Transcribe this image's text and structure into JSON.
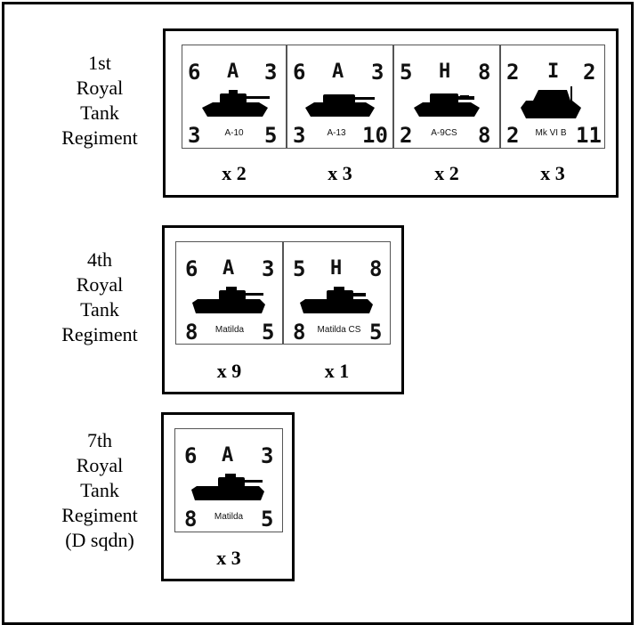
{
  "regiments": [
    {
      "label": [
        "1st",
        "Royal",
        "Tank",
        "Regiment"
      ],
      "counters": [
        {
          "tl": "6",
          "tc": "A",
          "tr": "3",
          "bl": "3",
          "name": "A-10",
          "br": "5",
          "qty": "x 2"
        },
        {
          "tl": "6",
          "tc": "A",
          "tr": "3",
          "bl": "3",
          "name": "A-13",
          "br": "10",
          "qty": "x 3"
        },
        {
          "tl": "5",
          "tc": "H",
          "tr": "8",
          "bl": "2",
          "name": "A-9CS",
          "br": "8",
          "qty": "x 2"
        },
        {
          "tl": "2",
          "tc": "I",
          "tr": "2",
          "bl": "2",
          "name": "Mk VI B",
          "br": "11",
          "qty": "x 3"
        }
      ]
    },
    {
      "label": [
        "4th",
        "Royal",
        "Tank",
        "Regiment"
      ],
      "counters": [
        {
          "tl": "6",
          "tc": "A",
          "tr": "3",
          "bl": "8",
          "name": "Matilda",
          "br": "5",
          "qty": "x 9"
        },
        {
          "tl": "5",
          "tc": "H",
          "tr": "8",
          "bl": "8",
          "name": "Matilda CS",
          "br": "5",
          "qty": "x 1"
        }
      ]
    },
    {
      "label": [
        "7th",
        "Royal",
        "Tank",
        "Regiment",
        "(D sqdn)"
      ],
      "counters": [
        {
          "tl": "6",
          "tc": "A",
          "tr": "3",
          "bl": "8",
          "name": "Matilda",
          "br": "5",
          "qty": "x 3"
        }
      ]
    }
  ]
}
